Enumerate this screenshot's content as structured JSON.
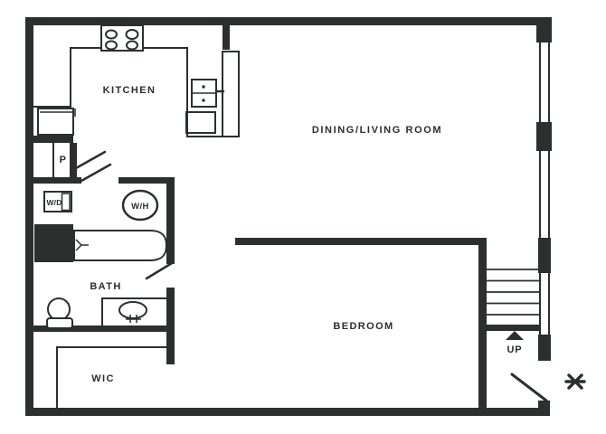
{
  "canvas": {
    "background": "#ffffff",
    "line_color": "#2b2f2e"
  },
  "rooms": {
    "kitchen": {
      "label": "KITCHEN"
    },
    "dining_living": {
      "label": "DINING/LIVING ROOM"
    },
    "bath": {
      "label": "BATH"
    },
    "bedroom": {
      "label": "BEDROOM"
    },
    "wic": {
      "label": "WIC"
    },
    "pantry": {
      "label": "P"
    }
  },
  "fixtures": {
    "washer_dryer": {
      "label": "W/D"
    },
    "water_heater": {
      "label": "W/H"
    },
    "stairs": {
      "label": "UP"
    }
  },
  "icons": {
    "entry_marker": "asterisk-icon",
    "stairs_direction": "up-arrow-icon",
    "stove": "stove-burners-icon",
    "kitchen_sink": "double-basin-sink-icon",
    "bath_tub": "bathtub-icon",
    "toilet": "toilet-icon",
    "vanity_sink": "oval-sink-icon"
  }
}
